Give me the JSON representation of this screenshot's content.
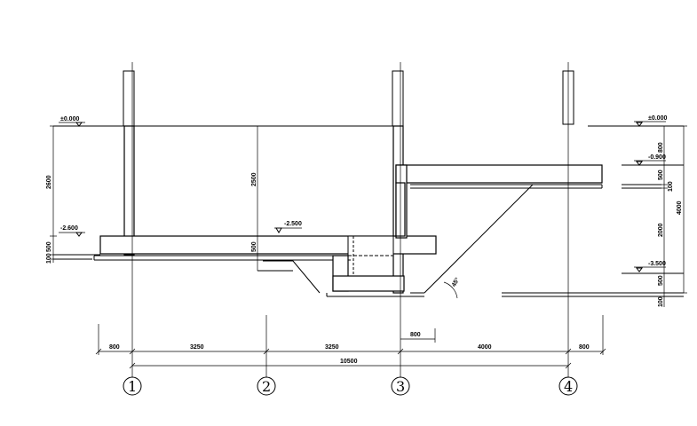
{
  "levels": {
    "left_top": "±0.000",
    "left_low": "-2.600",
    "mid_low": "-2.500",
    "right_top": "±0.000",
    "right_mid": "-0.900",
    "right_low": "-3.500"
  },
  "dims": {
    "left_vert_2600": "2600",
    "left_vert_500": "500",
    "left_vert_100": "100",
    "mid_vert_2500": "2500",
    "mid_vert_500": "500",
    "right_vert_800": "800",
    "right_vert_500a": "500",
    "right_vert_100a": "100",
    "right_vert_2000": "2000",
    "right_vert_500b": "500",
    "right_vert_100b": "100",
    "right_total_4000": "4000",
    "slope": "45°"
  },
  "bottom_dims": {
    "seg1": "800",
    "seg2": "3250",
    "seg3": "3250",
    "seg4": "4000",
    "seg5": "800",
    "pit_800": "800",
    "total": "10500"
  },
  "axes": [
    "1",
    "2",
    "3",
    "4"
  ],
  "colors": {
    "line": "#000000",
    "background": "#ffffff"
  }
}
